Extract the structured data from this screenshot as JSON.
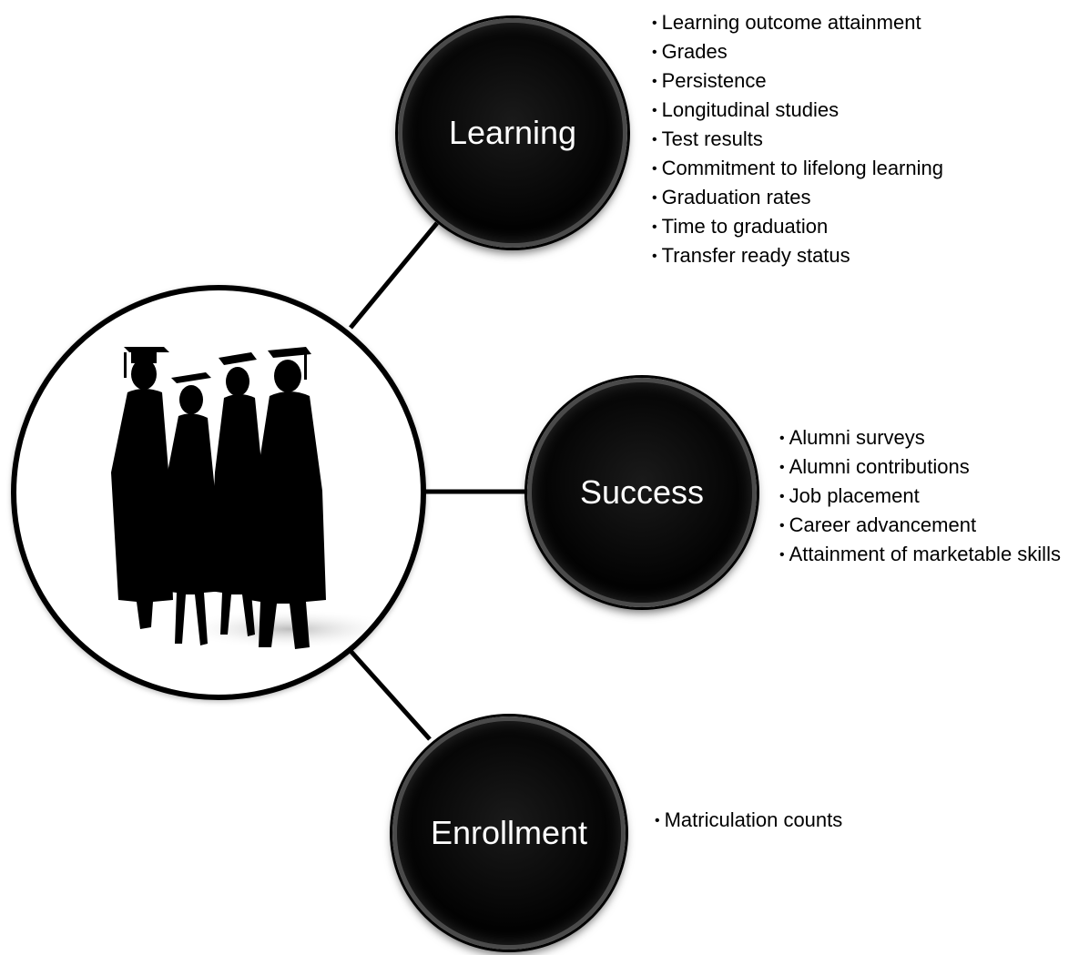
{
  "diagram": {
    "hub": {
      "image": "graduates-silhouette-icon"
    },
    "nodes": [
      {
        "label": "Learning",
        "items": [
          "Learning outcome attainment",
          "Grades",
          "Persistence",
          "Longitudinal studies",
          "Test results",
          "Commitment to lifelong learning",
          "Graduation rates",
          "Time to graduation",
          "Transfer ready status"
        ]
      },
      {
        "label": "Success",
        "items": [
          "Alumni surveys",
          "Alumni contributions",
          "Job placement",
          "Career advancement",
          "Attainment of marketable skills"
        ]
      },
      {
        "label": "Enrollment",
        "items": [
          "Matriculation counts"
        ]
      }
    ],
    "colors": {
      "node_fill": "#000000",
      "node_text": "#ffffff",
      "connector": "#000000"
    }
  }
}
